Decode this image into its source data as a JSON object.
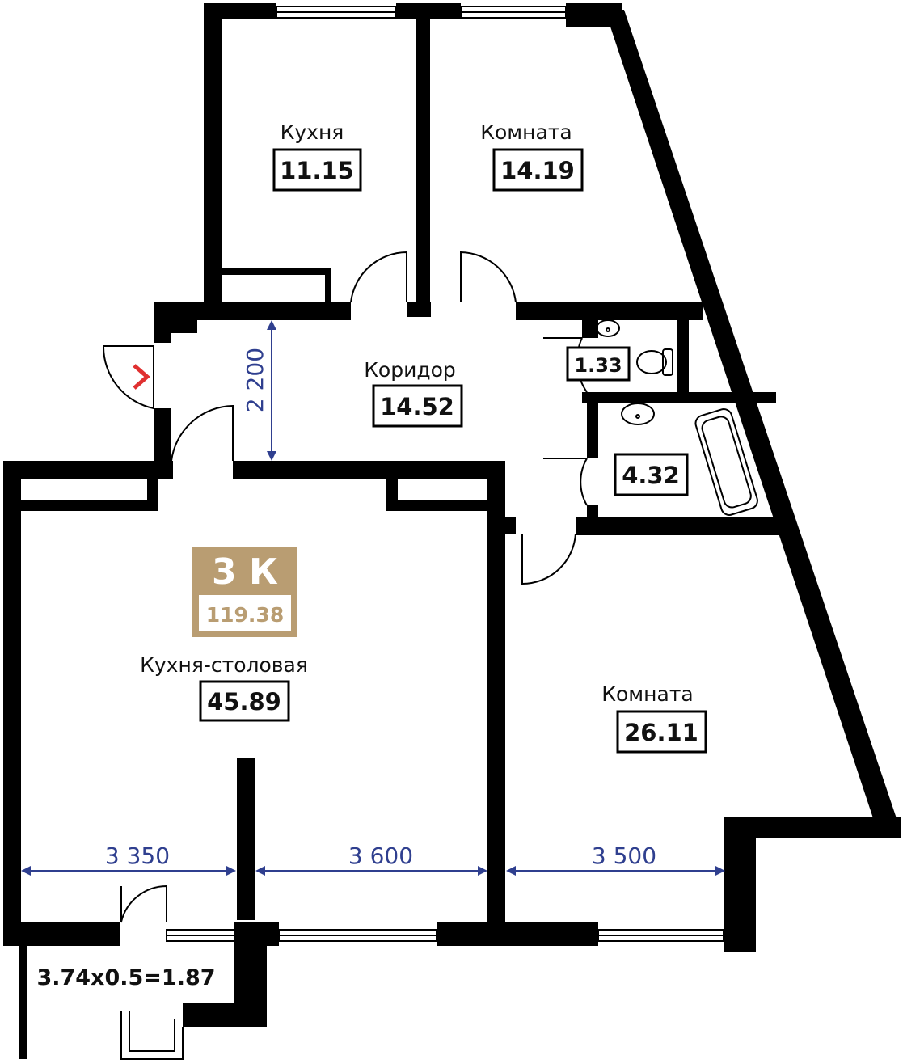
{
  "rooms": {
    "kitchen": {
      "name": "Кухня",
      "area": "11.15"
    },
    "room1": {
      "name": "Комната",
      "area": "14.19"
    },
    "corridor": {
      "name": "Коридор",
      "area": "14.52"
    },
    "wc": {
      "area": "1.33"
    },
    "bath": {
      "area": "4.32"
    },
    "kitchen_dining": {
      "name": "Кухня-столовая",
      "area": "45.89"
    },
    "room2": {
      "name": "Комната",
      "area": "26.11"
    },
    "balcony": {
      "area": "3.74x0.5=1.87"
    }
  },
  "badge": {
    "type": "3 К",
    "total_area": "119.38",
    "color": "#b99d72"
  },
  "dimensions": {
    "d1": "3 350",
    "d2": "3 600",
    "d3": "3 500",
    "d4": "2 200"
  },
  "colors": {
    "wall": "#000000",
    "dimension": "#2f3f8f",
    "entry_arrow": "#e03030"
  },
  "icons": {
    "entry": "entry-arrow-icon",
    "toilet": "toilet-icon",
    "bathtub": "bathtub-icon",
    "sink": "sink-icon"
  }
}
